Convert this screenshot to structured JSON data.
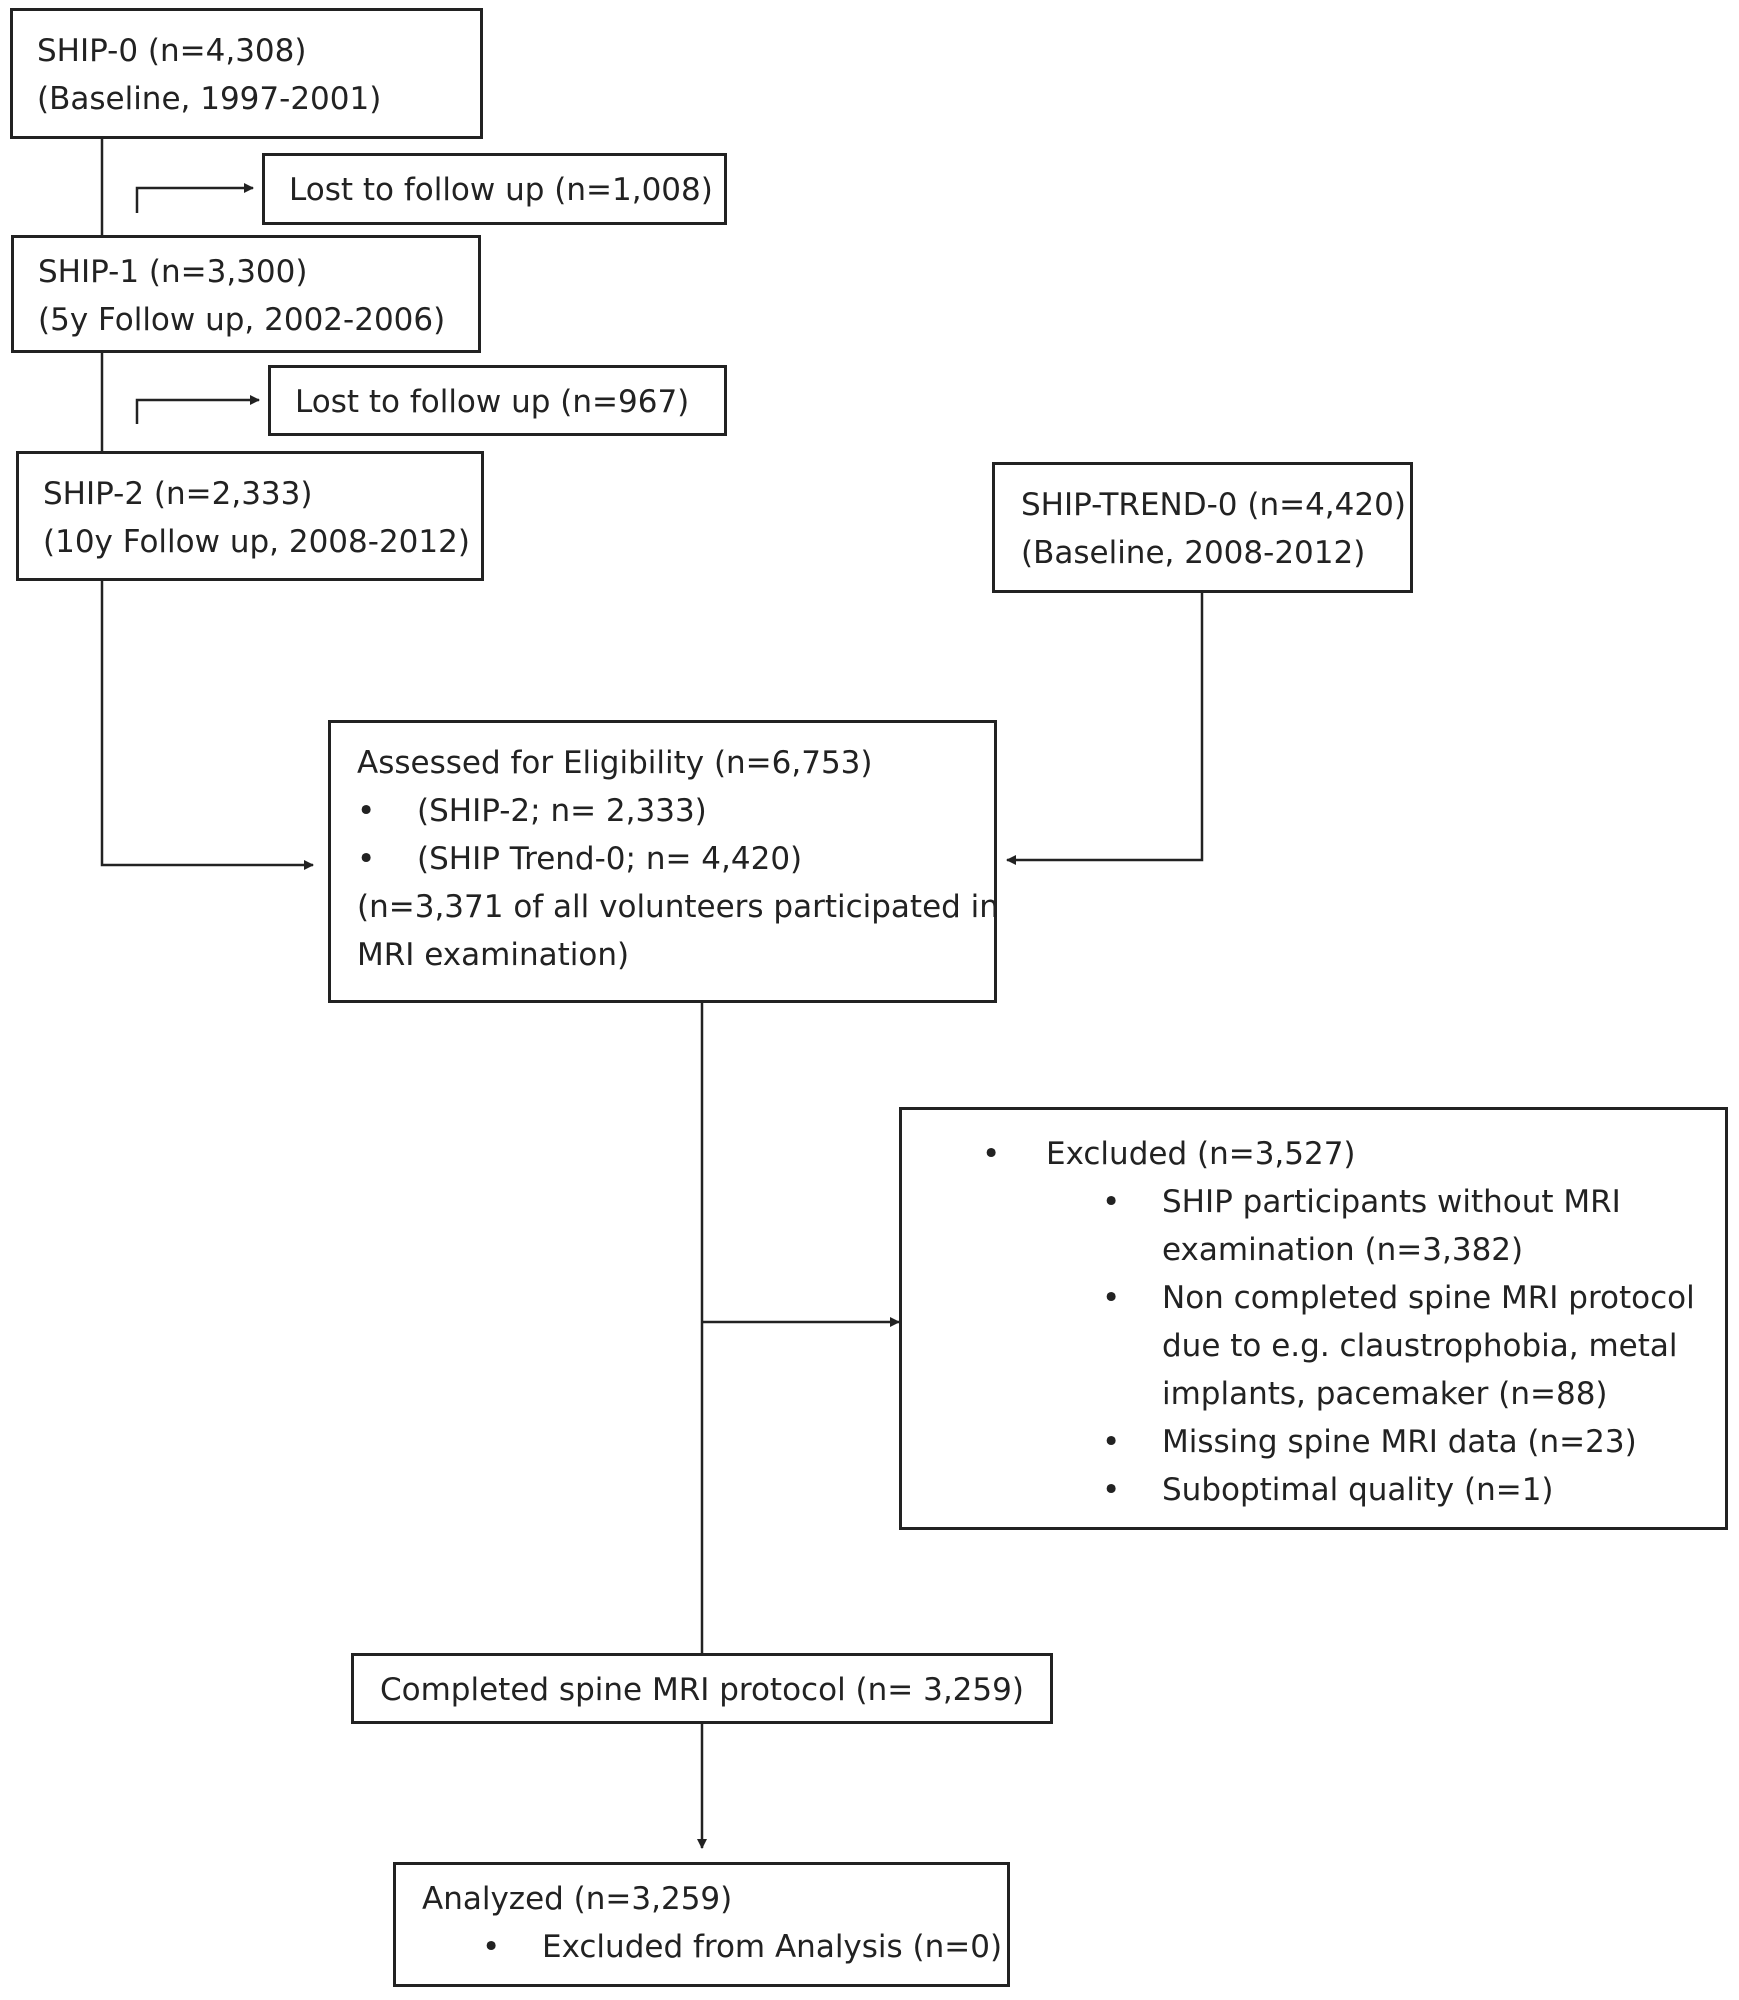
{
  "ship0": {
    "line1": "SHIP-0 (n=4,308)",
    "line2": "(Baseline, 1997-2001)"
  },
  "lost1": "Lost to follow up (n=1,008)",
  "ship1": {
    "line1": "SHIP-1 (n=3,300)",
    "line2": "(5y Follow up, 2002-2006)"
  },
  "lost2": "Lost to follow up (n=967)",
  "ship2": {
    "line1": "SHIP-2 (n=2,333)",
    "line2": "(10y Follow up, 2008-2012)"
  },
  "trend": {
    "line1": "SHIP-TREND-0 (n=4,420)",
    "line2": "(Baseline, 2008-2012)"
  },
  "eligibility": {
    "title": "Assessed for Eligibility (n=6,753)",
    "bullets": [
      "(SHIP-2; n= 2,333)",
      "(SHIP Trend-0; n= 4,420)"
    ],
    "note_line1": "(n=3,371 of all volunteers participated in",
    "note_line2": "MRI examination)"
  },
  "excluded": {
    "title": "Excluded (n=3,527)",
    "items": [
      {
        "line1": "SHIP participants without MRI",
        "line2": "examination (n=3,382)"
      },
      {
        "line1": "Non completed spine MRI protocol",
        "line2": "due to e.g. claustrophobia, metal",
        "line3": "implants, pacemaker (n=88)"
      },
      {
        "line1": "Missing spine MRI data (n=23)"
      },
      {
        "line1": "Suboptimal quality (n=1)"
      }
    ]
  },
  "completed": "Completed spine MRI protocol (n= 3,259)",
  "analyzed": {
    "title": "Analyzed (n=3,259)",
    "bullet": "Excluded from Analysis (n=0)"
  },
  "bullet_char": "•"
}
